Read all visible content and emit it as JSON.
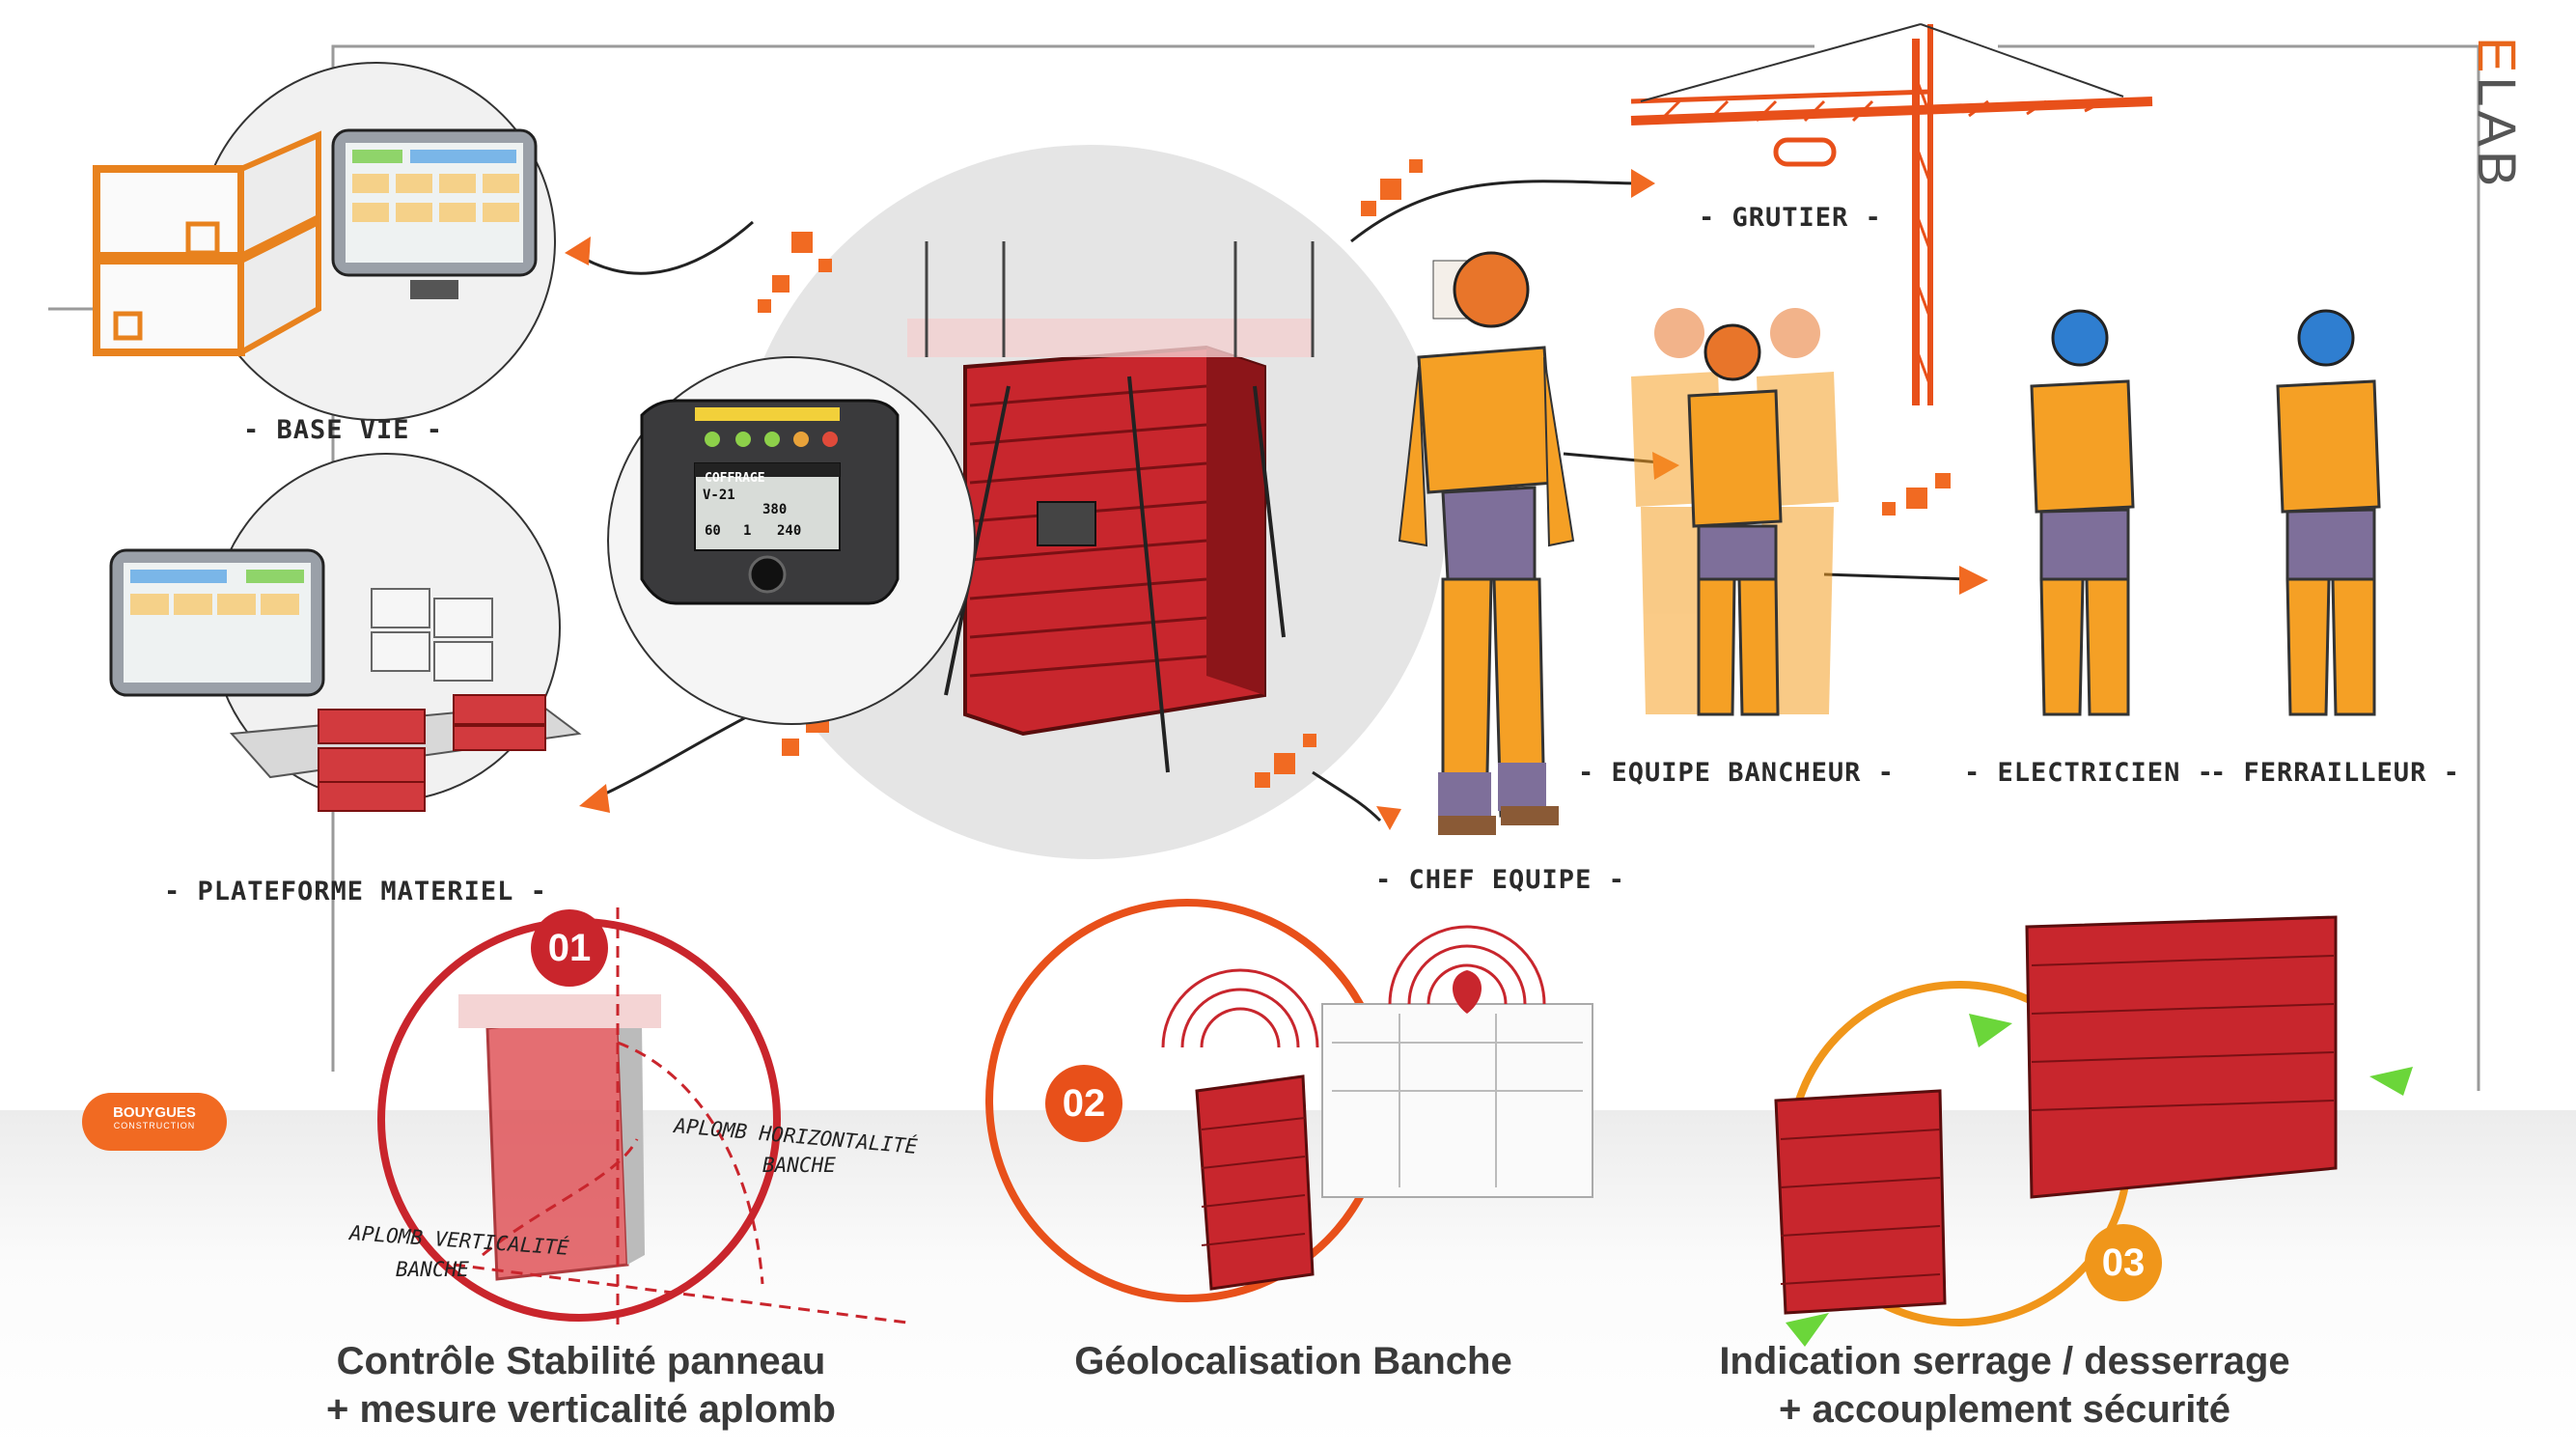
{
  "brand": {
    "elab_first": "E",
    "elab_rest": "LAB",
    "company": "BOUYGUES",
    "company_sub": "CONSTRUCTION"
  },
  "labels": {
    "base_vie": "- BASE VIE -",
    "plateforme": "- PLATEFORME MATERIEL -",
    "grutier": "- GRUTIER -",
    "chef_equipe": "- CHEF EQUIPE -",
    "equipe_bancheur": "- EQUIPE BANCHEUR -",
    "electricien": "- ELECTRICIEN -",
    "ferrailleur": "- FERRAILLEUR -"
  },
  "device": {
    "title": "COFFRAGE",
    "line1": "V-21",
    "value": "380",
    "row": [
      "60",
      "1",
      "240"
    ]
  },
  "steps": [
    {
      "number": "01",
      "color": "#c9252c",
      "caption_1": "Contrôle Stabilité panneau",
      "caption_2": "+ mesure verticalité aplomb",
      "note_a": "APLOMB HORIZONTALITÉ",
      "note_b": "BANCHE",
      "note_c": "APLOMB VERTICALITÉ",
      "note_d": "BANCHE"
    },
    {
      "number": "02",
      "color": "#e8501a",
      "caption_1": "Géolocalisation Banche",
      "caption_2": ""
    },
    {
      "number": "03",
      "color": "#f0961a",
      "caption_1": "Indication serrage / desserrage",
      "caption_2": "+ accouplement sécurité"
    }
  ],
  "colors": {
    "accent": "#f16a22",
    "formwork": "#c8262d",
    "vest": "#f5a025",
    "trousers": "#7e6f9a"
  }
}
